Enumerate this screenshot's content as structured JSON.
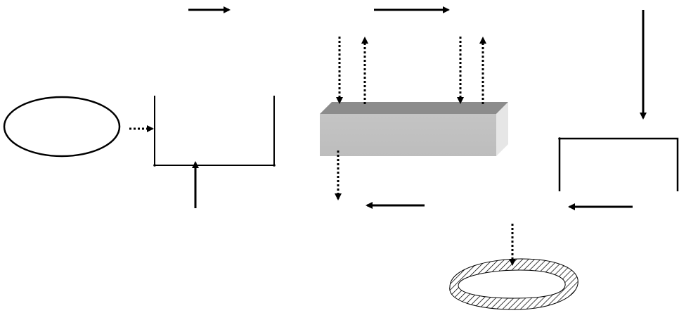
{
  "diagram": {
    "nodes": [
      {
        "id": "ellipse",
        "shape": "ellipse",
        "label": ""
      },
      {
        "id": "tank-left",
        "shape": "open-top-container",
        "label": ""
      },
      {
        "id": "block-3d",
        "shape": "3d-box",
        "label": ""
      },
      {
        "id": "tank-right",
        "shape": "open-bottom-container",
        "label": ""
      },
      {
        "id": "ring",
        "shape": "hatched-ring",
        "label": ""
      }
    ],
    "connectors": [
      {
        "id": "top-left",
        "style": "solid",
        "direction": "right"
      },
      {
        "id": "top-middle",
        "style": "solid",
        "direction": "right"
      },
      {
        "id": "right-down",
        "style": "solid",
        "direction": "down"
      },
      {
        "id": "ellipse-to-tank",
        "style": "dotted",
        "direction": "right"
      },
      {
        "id": "tank-bottom-up",
        "style": "solid",
        "direction": "up"
      },
      {
        "id": "block-in-1",
        "style": "dotted",
        "direction": "down"
      },
      {
        "id": "block-out-1",
        "style": "dotted",
        "direction": "up"
      },
      {
        "id": "block-in-2",
        "style": "dotted",
        "direction": "down"
      },
      {
        "id": "block-out-2",
        "style": "dotted",
        "direction": "up"
      },
      {
        "id": "block-bottom-down",
        "style": "dotted",
        "direction": "down"
      },
      {
        "id": "bottom-middle-left",
        "style": "solid",
        "direction": "left"
      },
      {
        "id": "bottom-right-left",
        "style": "solid",
        "direction": "left"
      },
      {
        "id": "ring-in",
        "style": "dotted",
        "direction": "down"
      }
    ]
  }
}
